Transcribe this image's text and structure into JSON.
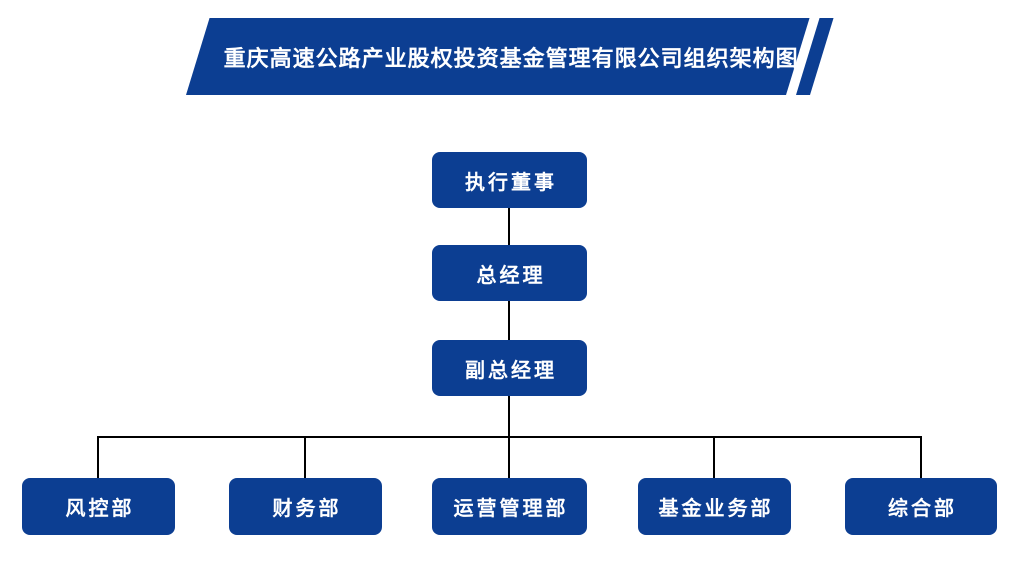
{
  "title": {
    "text": "重庆高速公路产业股权投资基金管理有限公司组织架构图"
  },
  "colors": {
    "primary": "#0c3e92",
    "line": "#000000",
    "background": "#ffffff",
    "text_on_primary": "#ffffff"
  },
  "org": {
    "level1": {
      "label": "执行董事"
    },
    "level2": {
      "label": "总经理"
    },
    "level3": {
      "label": "副总经理"
    },
    "departments": [
      {
        "label": "风控部"
      },
      {
        "label": "财务部"
      },
      {
        "label": "运营管理部"
      },
      {
        "label": "基金业务部"
      },
      {
        "label": "综合部"
      }
    ]
  }
}
